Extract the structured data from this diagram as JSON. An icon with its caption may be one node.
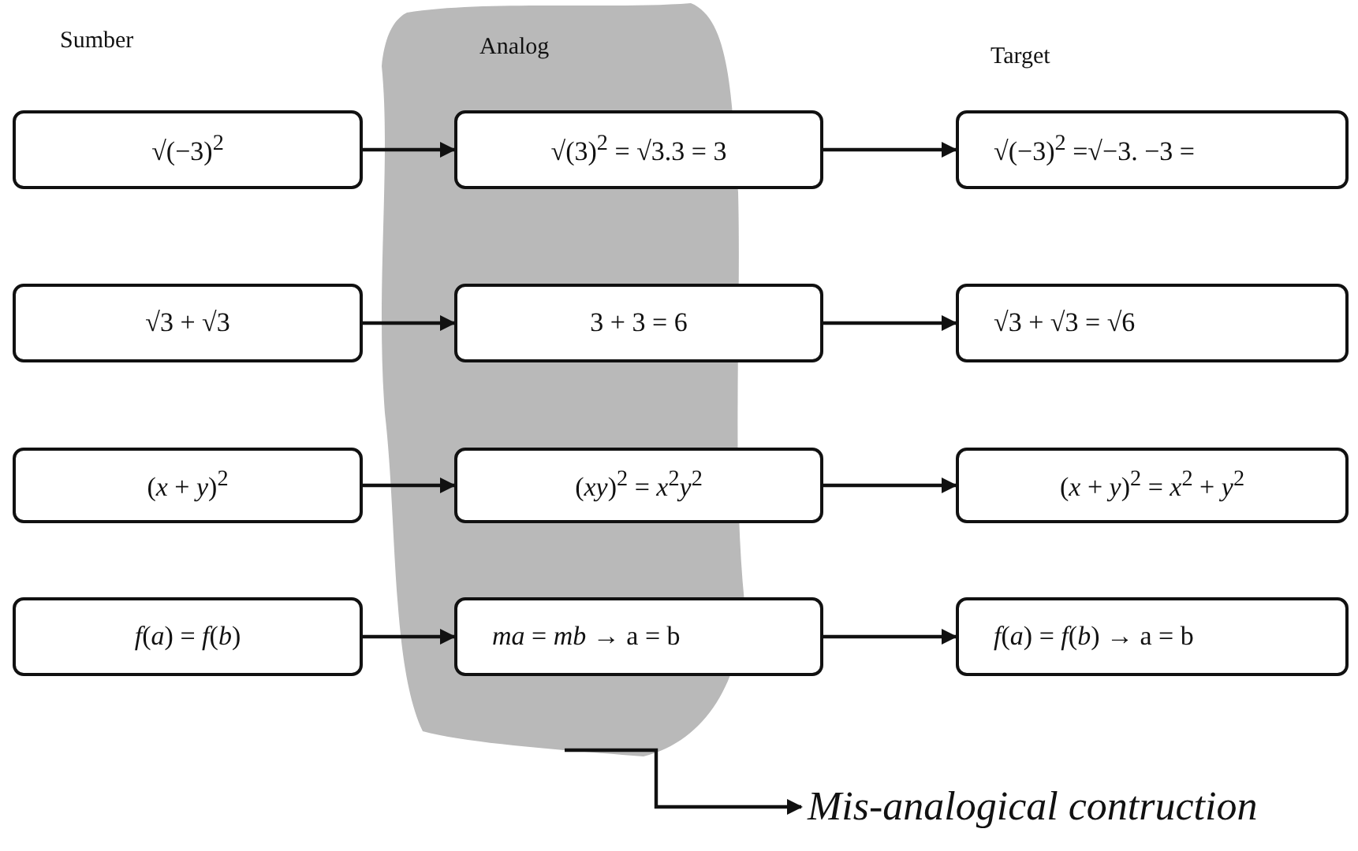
{
  "diagram": {
    "nodes": [
      {
        "text": [
          "√(−3)$^{2}$"
        ]
      },
      {
        "text": [
          "√(3)$^{2}$ = √3.3 = 3"
        ]
      },
      {
        "text": [
          "√(−3)$^{2}$ =√−3. −3 ="
        ]
      },
      {
        "text": [
          "√3 + √3"
        ]
      },
      {
        "text": [
          "3 + 3 = 6"
        ]
      },
      {
        "text": [
          "√3 + √3 = √6"
        ]
      },
      {
        "text": [
          "(*x* + *y*)$^{2}$"
        ]
      },
      {
        "text": [
          "(*xy*)$^{2}$ = *x*$^{2}$*y*$^{2}$"
        ]
      },
      {
        "text": [
          "(*x* + *y*)$^{2}$ = *x*$^{2}$ + *y*$^{2}$"
        ]
      },
      {
        "text": [
          "*f*(*a*) = *f*(*b*)"
        ]
      },
      {
        "text": [
          "*ma* = *mb* → a = b"
        ]
      },
      {
        "text": [
          "*f*(*a*) = *f*(*b*) → a = b"
        ]
      },
      {
        "text": [
          "Mis-analogical contruction"
        ]
      }
    ],
    "edges": [
      {
        "from": 0,
        "to": 1,
        "arrow": "to"
      },
      {
        "from": 1,
        "to": 2,
        "arrow": "to"
      },
      {
        "from": 3,
        "to": 4,
        "arrow": "to"
      },
      {
        "from": 4,
        "to": 5,
        "arrow": "to"
      },
      {
        "from": 6,
        "to": 7,
        "arrow": "to"
      },
      {
        "from": 7,
        "to": 8,
        "arrow": "to"
      },
      {
        "from": 9,
        "to": 10,
        "arrow": "to"
      },
      {
        "from": 10,
        "to": 11,
        "arrow": "to"
      },
      {
        "from": null,
        "to": 12,
        "arrow": "to"
      }
    ],
    "labels": [
      "Sumber",
      "Analog",
      "Target"
    ]
  }
}
